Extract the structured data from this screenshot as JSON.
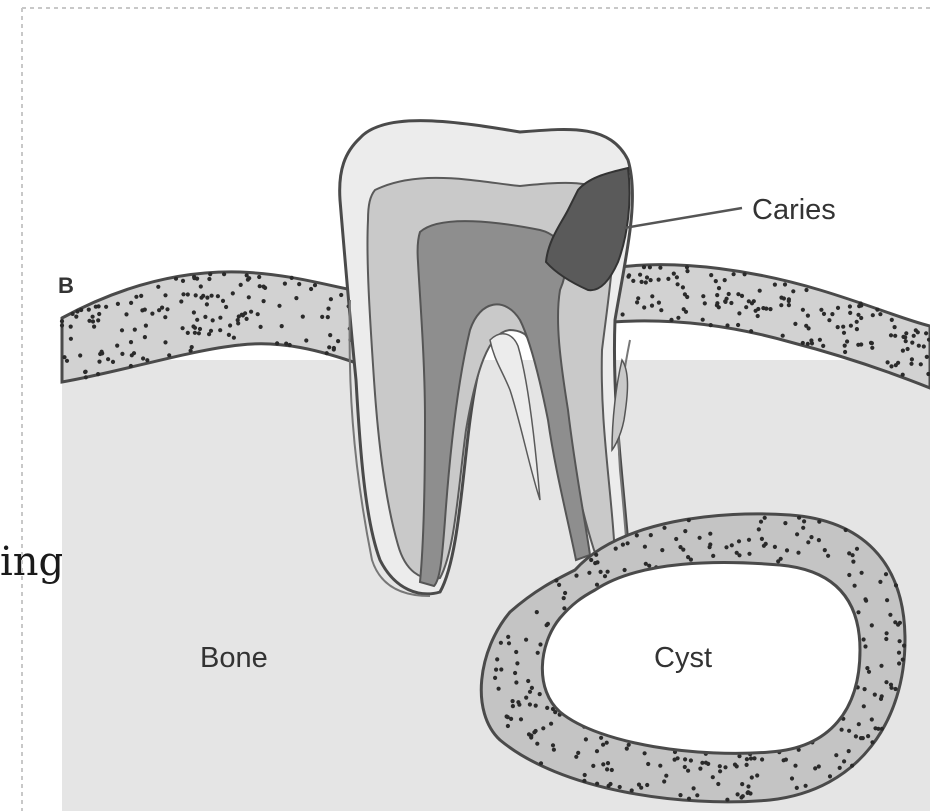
{
  "panel_letter": "B",
  "labels": {
    "caries": "Caries",
    "bone": "Bone",
    "cyst": "Cyst"
  },
  "side_text_fragment": "ing",
  "colors": {
    "background": "#ffffff",
    "bone": "#e5e5e5",
    "gum": "#cfcfcf",
    "enamel": "#ececec",
    "dentin": "#c6c6c6",
    "pulp": "#8e8e8e",
    "caries": "#5a5a5a",
    "cyst_wall": "#bdbdbd",
    "cyst_lumen": "#ffffff",
    "outline": "#4a4a4a"
  }
}
